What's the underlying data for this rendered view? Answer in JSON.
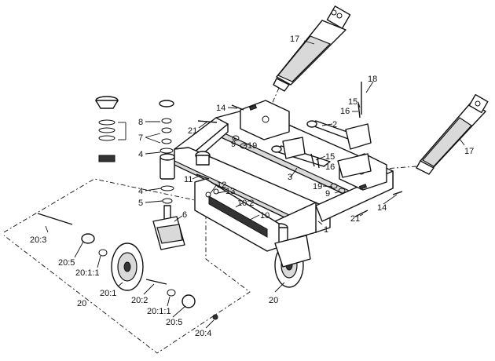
{
  "callouts": {
    "c1": "1",
    "c2": "2",
    "c3": "3",
    "c4a": "4",
    "c4b": "4",
    "c5": "5",
    "c6": "6",
    "c7": "7",
    "c8": "8",
    "c9a": "9",
    "c9b": "9",
    "c10": "10",
    "c10_2": "10:2",
    "c11": "11",
    "c12": "12",
    "c13": "13",
    "c14a": "14",
    "c14b": "14",
    "c15a": "15",
    "c15b": "15",
    "c16a": "16",
    "c16b": "16",
    "c17a": "17",
    "c17b": "17",
    "c18": "18",
    "c19a": "19",
    "c19b": "19",
    "c20a": "20",
    "c20b": "20",
    "c20_1": "20:1",
    "c20_1_1a": "20:1:1",
    "c20_1_1b": "20:1:1",
    "c20_2": "20:2",
    "c20_3": "20:3",
    "c20_4": "20:4",
    "c20_5a": "20:5",
    "c20_5b": "20:5",
    "c21a": "21",
    "c21b": "21"
  },
  "colors": {
    "line": "#111111",
    "background": "#ffffff",
    "shade": "#d9d9d9"
  }
}
